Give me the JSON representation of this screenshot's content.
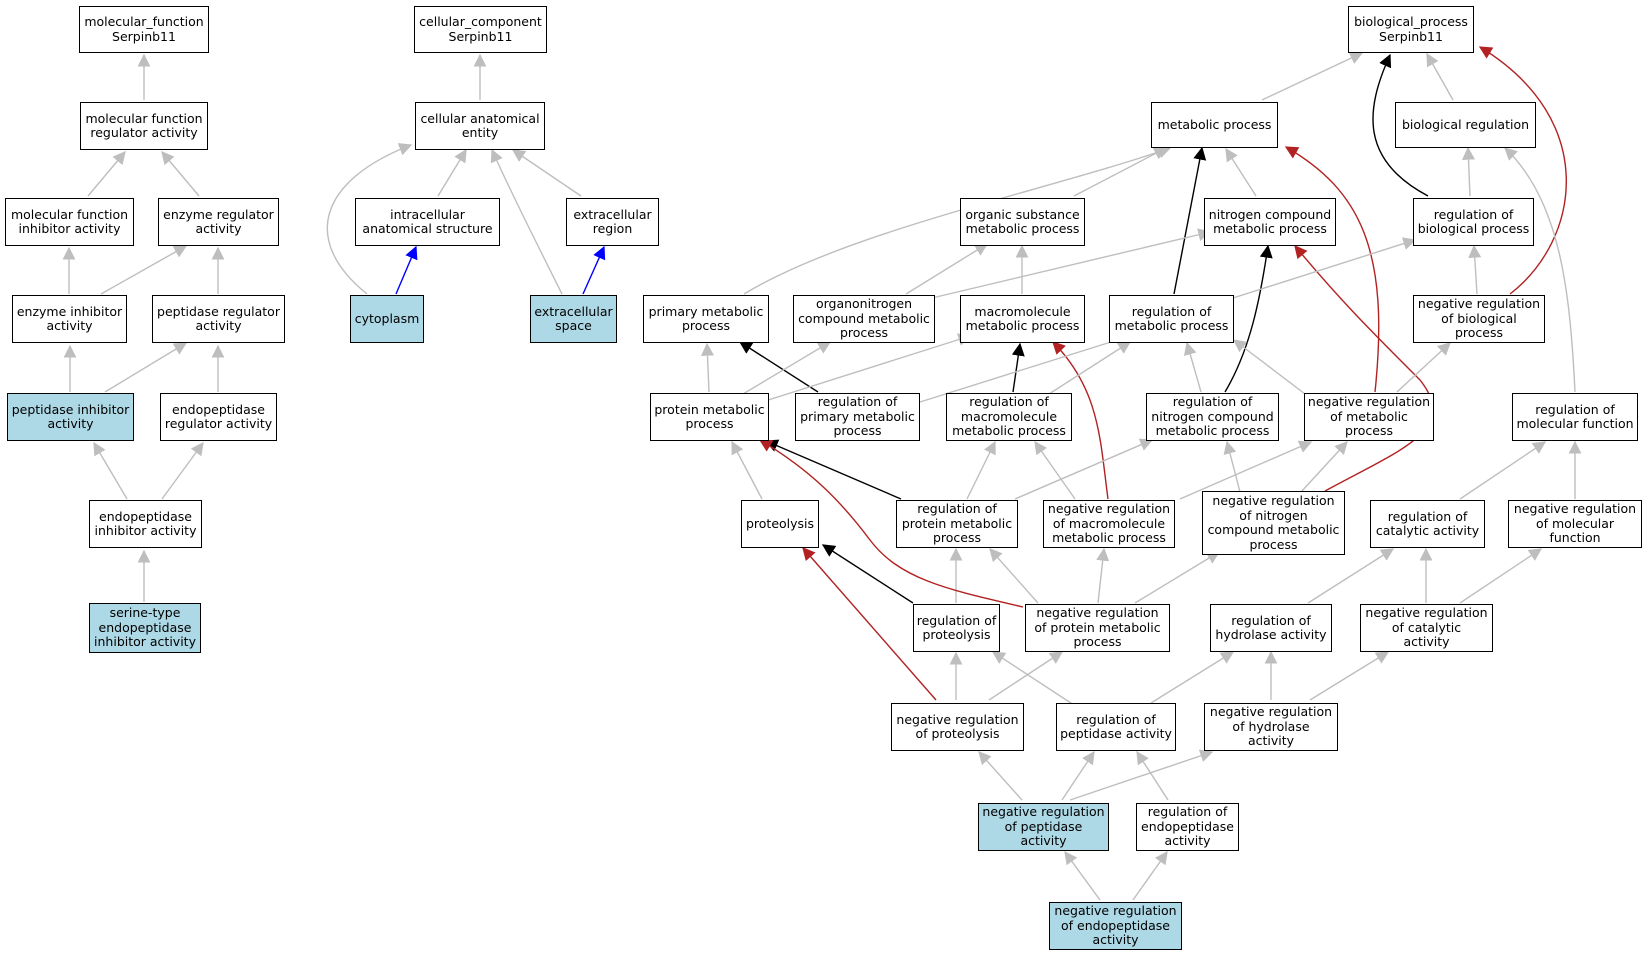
{
  "colors": {
    "highlight": "#add8e6",
    "edge_default": "#bebebe",
    "edge_regulates": "#000000",
    "edge_negative": "#b22222",
    "edge_part_of": "#0000ff"
  },
  "nodes": {
    "mf_root": "molecular_function\nSerpinb11",
    "cc_root": "cellular_component\nSerpinb11",
    "bp_root": "biological_process\nSerpinb11",
    "mf_regulator": "molecular function\nregulator activity",
    "mf_inhibitor": "molecular function\ninhibitor activity",
    "enzyme_regulator": "enzyme regulator\nactivity",
    "enzyme_inhibitor": "enzyme inhibitor\nactivity",
    "peptidase_regulator": "peptidase regulator\nactivity",
    "peptidase_inhibitor": "peptidase inhibitor\nactivity",
    "endopeptidase_regulator": "endopeptidase\nregulator activity",
    "endopeptidase_inhibitor": "endopeptidase\ninhibitor activity",
    "serine_endopeptidase_inhibitor": "serine-type\nendopeptidase\ninhibitor activity",
    "cellular_anatomical_entity": "cellular anatomical\nentity",
    "intracellular_structure": "intracellular\nanatomical structure",
    "extracellular_region": "extracellular\nregion",
    "cytoplasm": "cytoplasm",
    "extracellular_space": "extracellular\nspace",
    "metabolic_process": "metabolic process",
    "biological_regulation": "biological regulation",
    "organic_substance_mp": "organic substance\nmetabolic process",
    "nitrogen_compound_mp": "nitrogen compound\nmetabolic process",
    "regulation_biological_process": "regulation of\nbiological process",
    "primary_mp": "primary metabolic\nprocess",
    "organonitrogen_mp": "organonitrogen\ncompound metabolic\nprocess",
    "macromolecule_mp": "macromolecule\nmetabolic process",
    "regulation_mp": "regulation of\nmetabolic process",
    "neg_reg_biological_process": "negative regulation\nof biological\nprocess",
    "protein_mp": "protein metabolic\nprocess",
    "reg_primary_mp": "regulation of\nprimary metabolic\nprocess",
    "reg_macromolecule_mp": "regulation of\nmacromolecule\nmetabolic process",
    "reg_nitrogen_mp": "regulation of\nnitrogen compound\nmetabolic process",
    "neg_reg_mp": "negative regulation\nof metabolic\nprocess",
    "reg_molecular_function": "regulation of\nmolecular function",
    "proteolysis": "proteolysis",
    "reg_protein_mp": "regulation of\nprotein metabolic\nprocess",
    "neg_reg_macromolecule_mp": "negative regulation\nof macromolecule\nmetabolic process",
    "neg_reg_nitrogen_mp": "negative regulation\nof nitrogen\ncompound metabolic\nprocess",
    "reg_catalytic_activity": "regulation of\ncatalytic activity",
    "neg_reg_molecular_function": "negative regulation\nof molecular\nfunction",
    "reg_proteolysis": "regulation of\nproteolysis",
    "neg_reg_protein_mp": "negative regulation\nof protein metabolic\nprocess",
    "reg_hydrolase": "regulation of\nhydrolase activity",
    "neg_reg_catalytic": "negative regulation\nof catalytic\nactivity",
    "neg_reg_proteolysis": "negative regulation\nof proteolysis",
    "reg_peptidase": "regulation of\npeptidase activity",
    "neg_reg_hydrolase": "negative regulation\nof hydrolase\nactivity",
    "neg_reg_peptidase": "negative regulation\nof peptidase\nactivity",
    "reg_endopeptidase": "regulation of\nendopeptidase\nactivity",
    "neg_reg_endopeptidase": "negative regulation\nof endopeptidase\nactivity"
  }
}
